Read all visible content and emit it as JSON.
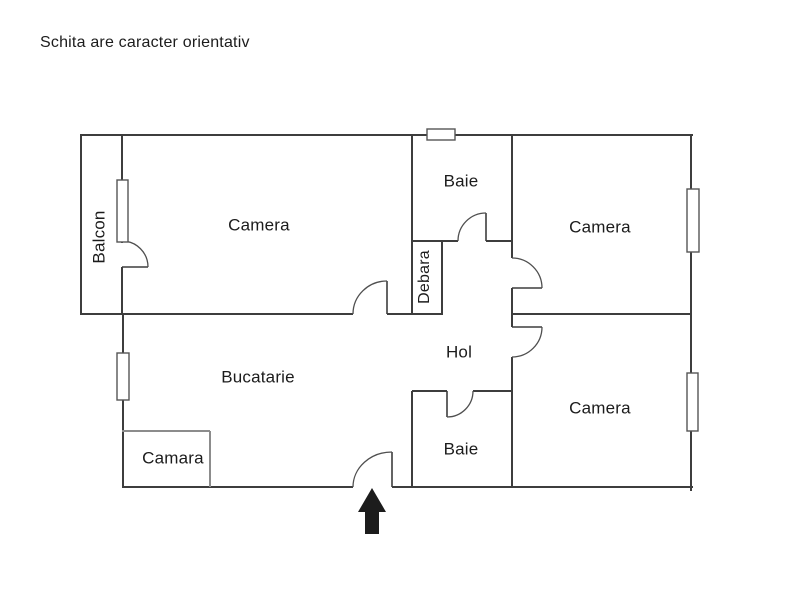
{
  "title": "Schita are caracter orientativ",
  "colors": {
    "background": "#ffffff",
    "wall": "#3d3d3d",
    "door_arc": "#4f4f4f",
    "camara_outline": "#8c8c8c",
    "window_border": "#555555",
    "text": "#1c1c1c",
    "entrance_arrow": "#1c1c1c"
  },
  "rooms": {
    "balcon": {
      "label": "Balcon"
    },
    "camera_top_left": {
      "label": "Camera"
    },
    "baie_top": {
      "label": "Baie"
    },
    "camera_top_right": {
      "label": "Camera"
    },
    "debara": {
      "label": "Debara"
    },
    "hol": {
      "label": "Hol"
    },
    "bucatarie": {
      "label": "Bucatarie"
    },
    "camera_bottom_right": {
      "label": "Camera"
    },
    "baie_bottom": {
      "label": "Baie"
    },
    "camara": {
      "label": "Camara"
    }
  },
  "entrance": {
    "symbol": "up-arrow"
  }
}
